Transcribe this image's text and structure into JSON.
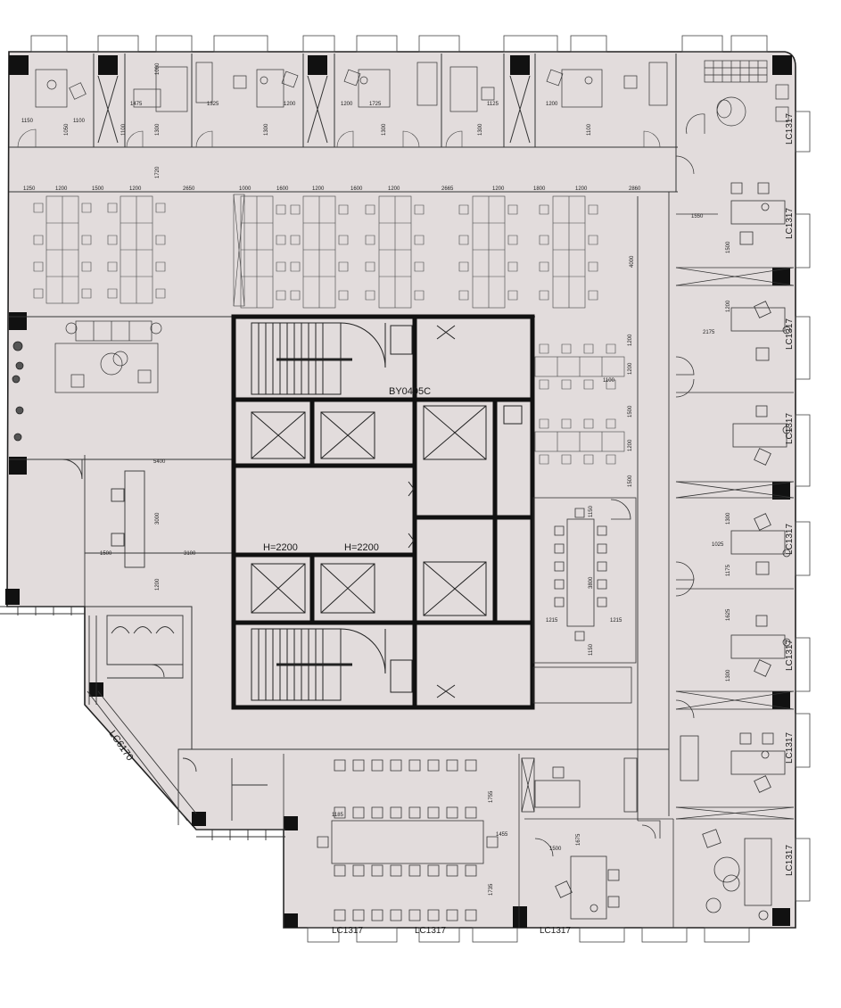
{
  "labels": {
    "code_by": "BY0405C",
    "code_lc6170": "LC6170",
    "code_lc1317": "LC1317",
    "elev_h1": "H=2200",
    "elev_h2": "H=2200"
  },
  "dimensions": {
    "top_row": [
      "1250",
      "1200",
      "1500",
      "1200",
      "2650",
      "1000",
      "1600",
      "1200",
      "1600",
      "1200",
      "2665",
      "1200",
      "1800",
      "1200",
      "2860"
    ],
    "top_offices": [
      "1150",
      "1100",
      "1475",
      "1325",
      "1200",
      "1200",
      "1725",
      "1125",
      "1200",
      "1050",
      "1100",
      "1300",
      "1300",
      "1300",
      "1100",
      "1000",
      "1300",
      "1720"
    ],
    "misc": [
      "5400",
      "3100",
      "1500",
      "3000",
      "1200",
      "4000",
      "1550",
      "1500",
      "2175",
      "1200",
      "1025",
      "1175",
      "1625",
      "1300",
      "1300",
      "1200",
      "1100",
      "1200",
      "1500",
      "1200",
      "1500",
      "1150",
      "3800",
      "1215",
      "1215",
      "1150",
      "1185",
      "1455",
      "1755",
      "1735",
      "1500",
      "1675"
    ]
  },
  "colors": {
    "floor": "#e2dcdc",
    "wall": "#111111",
    "line": "#333333",
    "paper": "#ffffff"
  }
}
